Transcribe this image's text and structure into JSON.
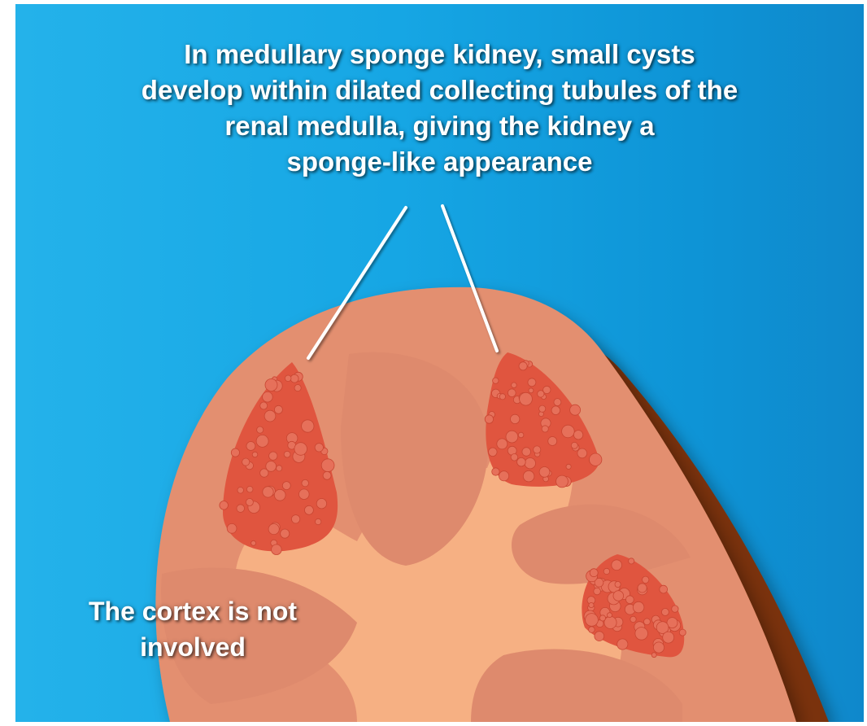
{
  "caption": {
    "lines": [
      "In medullary sponge kidney, small cysts",
      "develop within dilated collecting tubules of the",
      "renal medulla, giving the kidney a",
      "sponge-like appearance"
    ]
  },
  "cortex_note": {
    "lines": [
      "The cortex is not",
      "involved"
    ]
  },
  "colors": {
    "background_light": "#24b2ea",
    "background_dark": "#0f88cb",
    "capsule": "#7a3208",
    "cortex": "#e38f6f",
    "pyramid": "#e58a6d",
    "sinus": "#f6b083",
    "sponge_medulla": "#e0553f",
    "cyst": "#e6705a",
    "leader_line": "#ffffff",
    "text": "#ffffff"
  }
}
